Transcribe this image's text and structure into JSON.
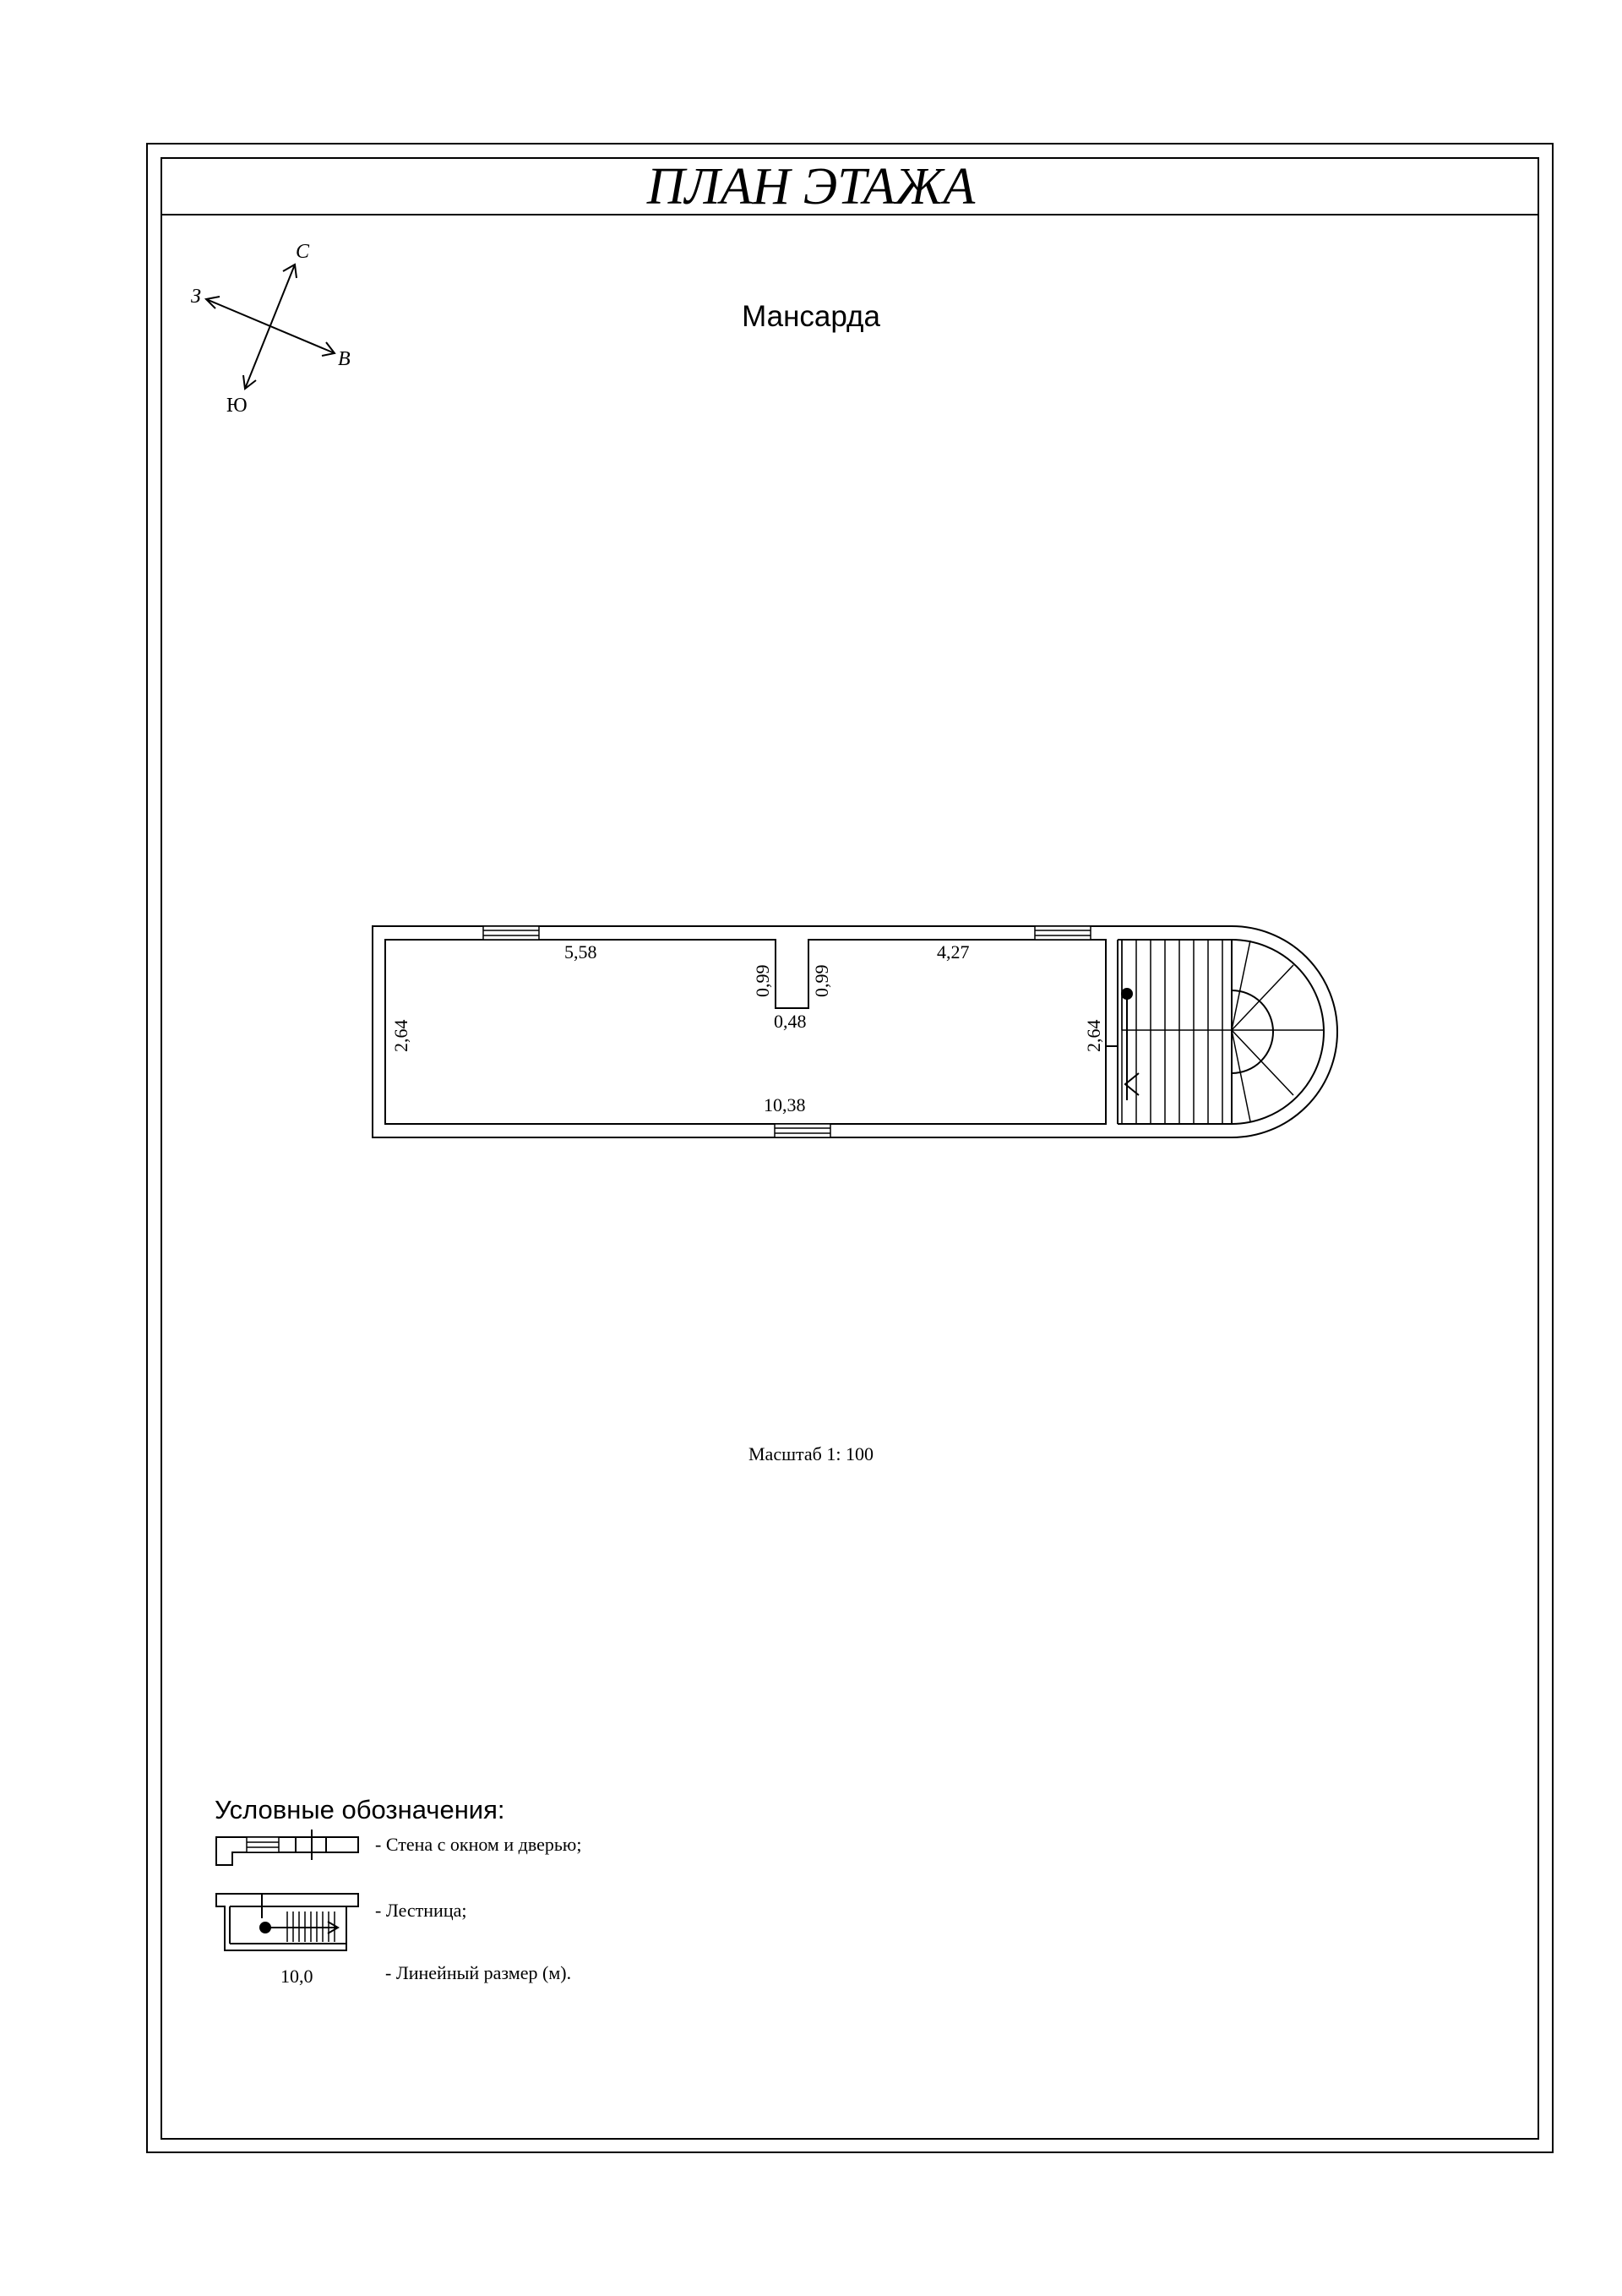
{
  "title": "ПЛАН ЭТАЖА",
  "floor_name": "Мансарда",
  "compass": {
    "north": "С",
    "west": "З",
    "east": "В",
    "south": "Ю"
  },
  "dimensions": {
    "wall_top_left": "5,58",
    "wall_top_right": "4,27",
    "niche_left": "0,99",
    "niche_right": "0,99",
    "niche_width": "0,48",
    "left_height": "2,64",
    "right_height": "2,64",
    "bottom_length": "10,38"
  },
  "scale_label": "Масштаб 1: 100",
  "legend": {
    "title": "Условные обозначения:",
    "items": [
      {
        "label": "- Стена с окном и дверью;"
      },
      {
        "label": "- Лестница;"
      },
      {
        "sample": "10,0",
        "label": "- Линейный размер (м)."
      }
    ]
  }
}
